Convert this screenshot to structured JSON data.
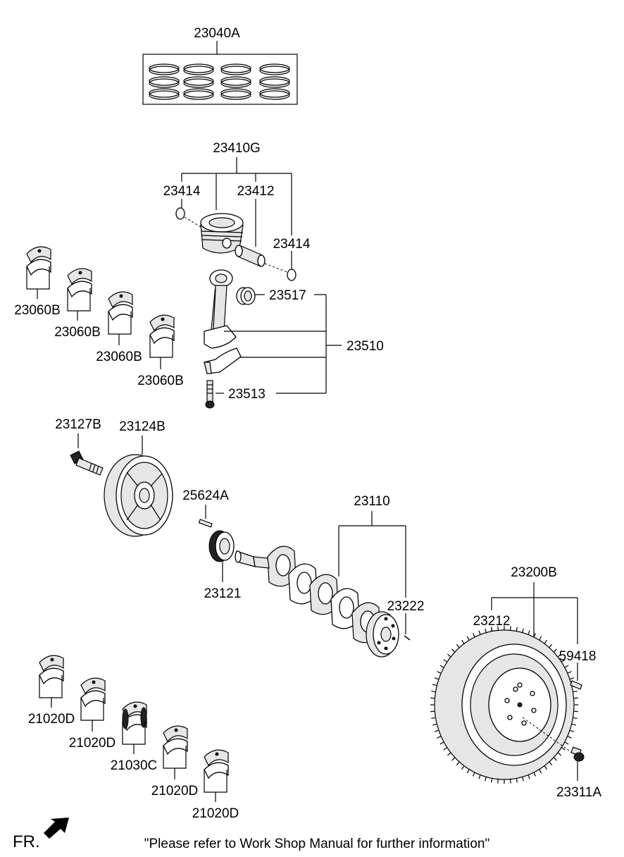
{
  "title_code_top": "23040A",
  "labels": {
    "piston_ring_set": "23040A",
    "piston_assy": "23410G",
    "snap_ring_left": "23414",
    "piston_pin": "23412",
    "snap_ring_right": "23414",
    "conrod_bushing": "23517",
    "conrod_assy": "23510",
    "conrod_bolt": "23513",
    "conrod_bearing_1": "23060B",
    "conrod_bearing_2": "23060B",
    "conrod_bearing_3": "23060B",
    "conrod_bearing_4": "23060B",
    "damper_bolt": "23127B",
    "damper_pulley": "23124B",
    "key": "25624A",
    "crank_sprocket": "23121",
    "crankshaft_assy": "23110",
    "pin": "23222",
    "flywheel_assy": "23200B",
    "ring_gear": "23212",
    "dowel_pin": "59418",
    "flywheel_bolt": "23311A",
    "main_bearing_1": "21020D",
    "main_bearing_2": "21020D",
    "thrust_bearing": "21030C",
    "main_bearing_3": "21020D",
    "main_bearing_4": "21020D"
  },
  "footer": {
    "front_indicator": "FR.",
    "note": "\"Please refer to Work Shop Manual for further information\""
  },
  "icons": {
    "front_arrow": "front-direction-arrow-icon"
  }
}
